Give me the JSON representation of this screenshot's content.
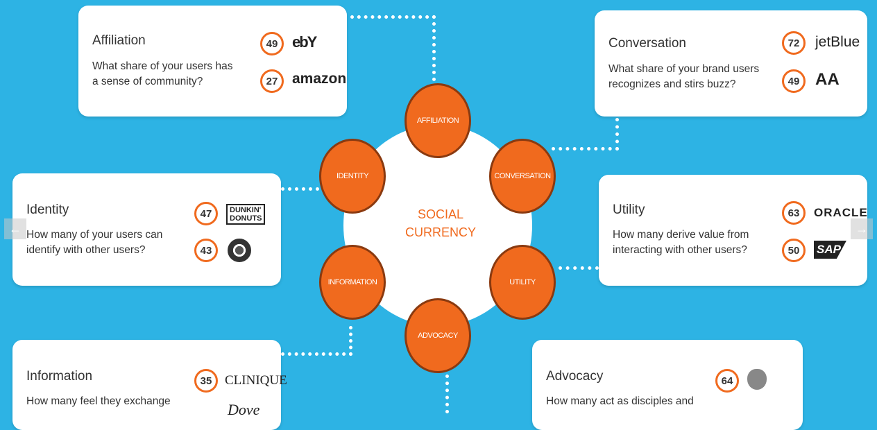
{
  "center": {
    "line1": "SOCIAL",
    "line2": "CURRENCY"
  },
  "petals": {
    "affiliation": "AFFILIATION",
    "conversation": "CONVERSATION",
    "utility": "UTILITY",
    "advocacy": "ADVOCACY",
    "information": "INFORMATION",
    "identity": "IDENTITY"
  },
  "cards": {
    "affiliation": {
      "title": "Affiliation",
      "question_l1": "What share of your users has",
      "question_l2": "a sense of community?",
      "stats": [
        {
          "value": "49",
          "brand": "ebY"
        },
        {
          "value": "27",
          "brand": "amazon"
        }
      ]
    },
    "conversation": {
      "title": "Conversation",
      "question_l1": "What share of your brand users",
      "question_l2": "recognizes and stirs buzz?",
      "stats": [
        {
          "value": "72",
          "brand": "jetBlue"
        },
        {
          "value": "49",
          "brand": "AA"
        }
      ]
    },
    "identity": {
      "title": "Identity",
      "question_l1": "How many of your users can",
      "question_l2": "identify with other users?",
      "stats": [
        {
          "value": "47",
          "brand_l1": "DUNKIN'",
          "brand_l2": "DONUTS"
        },
        {
          "value": "43",
          "brand": "starbucks-logo"
        }
      ]
    },
    "utility": {
      "title": "Utility",
      "question_l1": "How many derive value from",
      "question_l2": "interacting with other users?",
      "stats": [
        {
          "value": "63",
          "brand": "ORACLE"
        },
        {
          "value": "50",
          "brand": "SAP"
        }
      ]
    },
    "information": {
      "title": "Information",
      "question_l1": "How many feel they exchange",
      "stats": [
        {
          "value": "35",
          "brand": "CLINIQUE"
        },
        {
          "brand": "Dove"
        }
      ]
    },
    "advocacy": {
      "title": "Advocacy",
      "question_l1": "How many act as disciples and",
      "stats": [
        {
          "value": "64",
          "brand": "apple-logo"
        }
      ]
    }
  },
  "nav": {
    "prev": "←",
    "next": "→"
  },
  "colors": {
    "background": "#2db3e4",
    "accent": "#f06a1e",
    "card": "#ffffff"
  }
}
